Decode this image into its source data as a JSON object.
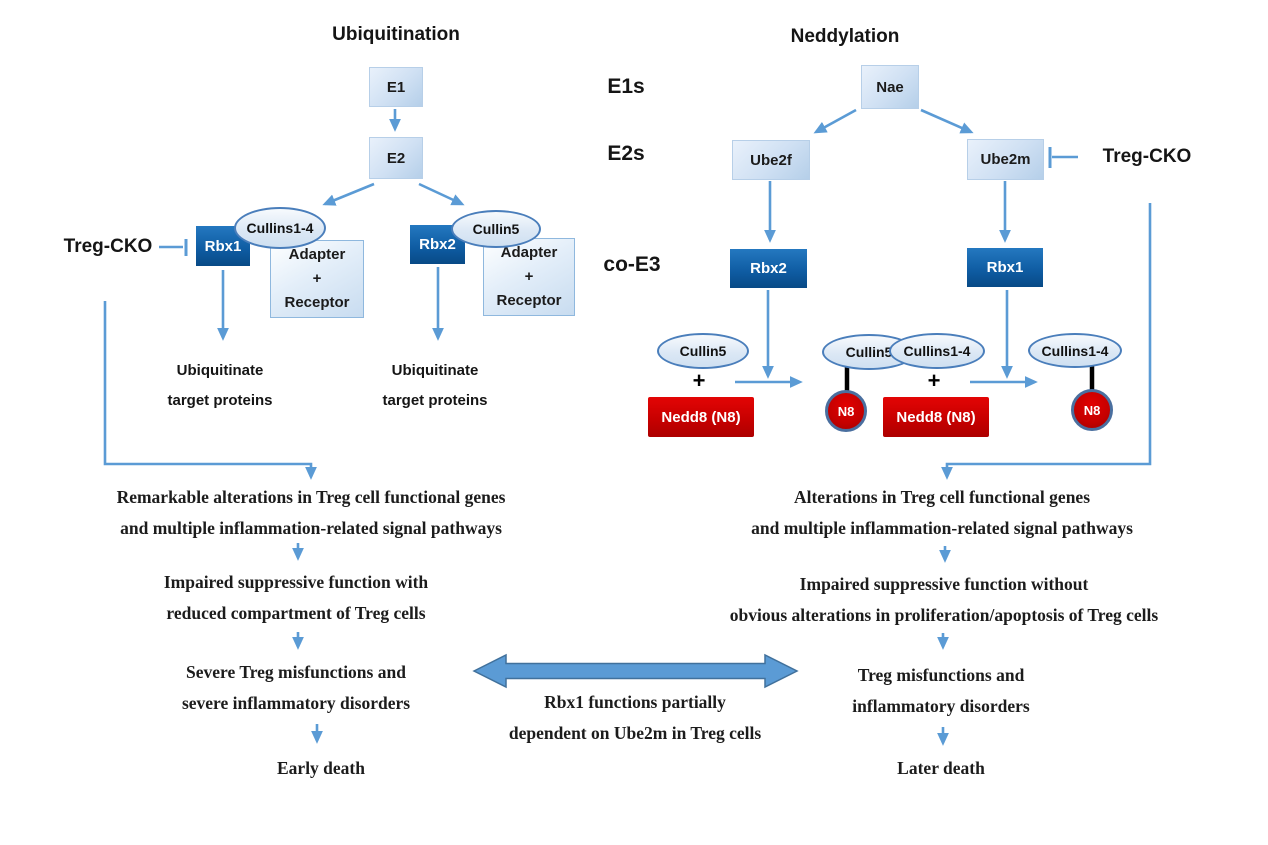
{
  "titles": {
    "ubiquitination": "Ubiquitination",
    "neddylation": "Neddylation"
  },
  "tiers": {
    "e1s": "E1s",
    "e2s": "E2s",
    "co_e3": "co-E3"
  },
  "treg_cko_left": "Treg-CKO",
  "treg_cko_right": "Treg-CKO",
  "nodes": {
    "e1": "E1",
    "e2": "E2",
    "nae": "Nae",
    "ube2f": "Ube2f",
    "ube2m": "Ube2m",
    "rbx1_left": "Rbx1",
    "rbx2_left": "Rbx2",
    "rbx2_mid": "Rbx2",
    "rbx1_right": "Rbx1"
  },
  "ellipses": {
    "cullins14_left": "Cullins1-4",
    "cullin5_left": "Cullin5",
    "cullin5_free": "Cullin5",
    "cullin5_nedd": "Cullin5",
    "cullins14_free": "Cullins1-4",
    "cullins14_nedd": "Cullins1-4"
  },
  "adapter": {
    "l1": "Adapter",
    "l2": "+",
    "l3": "Receptor"
  },
  "plus": "+",
  "nedd8": "Nedd8 (N8)",
  "n8": "N8",
  "ubiquitinate": {
    "l1": "Ubiquitinate",
    "l2": "target proteins"
  },
  "left_flow": {
    "s1a": "Remarkable alterations in Treg cell functional genes",
    "s1b": "and multiple inflammation-related signal pathways",
    "s2a": "Impaired suppressive function with",
    "s2b": "reduced compartment of Treg cells",
    "s3a": "Severe Treg misfunctions and",
    "s3b": "severe inflammatory disorders",
    "s4": "Early death"
  },
  "right_flow": {
    "s1a": "Alterations in Treg cell functional genes",
    "s1b": "and multiple inflammation-related signal pathways",
    "s2a": "Impaired suppressive function without",
    "s2b": "obvious alterations in proliferation/apoptosis of Treg cells",
    "s3a": "Treg misfunctions and",
    "s3b": "inflammatory disorders",
    "s4": "Later death"
  },
  "center_note": {
    "l1": "Rbx1 functions partially",
    "l2": "dependent on Ube2m in Treg cells"
  },
  "colors": {
    "connector_blue": "#5b9bd5",
    "double_arrow_outline": "#41719c",
    "dark_node_blue": "#0d5ba0",
    "light_node_blue": "#cfe0f3",
    "ellipse_border_blue": "#4a7ebb",
    "nedd8_red": "#c50000",
    "text_black": "#1a1a1a"
  }
}
